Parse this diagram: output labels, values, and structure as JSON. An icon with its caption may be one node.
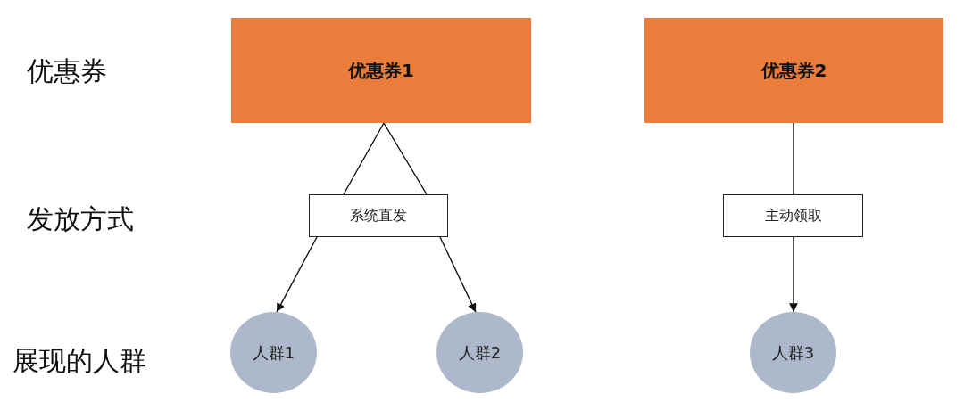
{
  "diagram": {
    "nodes": [
      {
        "text": [
          "优惠券1"
        ]
      },
      {
        "text": [
          "优惠券2"
        ]
      },
      {
        "text": [
          "系统直发"
        ]
      },
      {
        "text": [
          "主动领取"
        ]
      },
      {
        "text": [
          "人群1"
        ]
      },
      {
        "text": [
          "人群2"
        ]
      },
      {
        "text": [
          "人群3"
        ]
      }
    ],
    "edges": [
      {
        "from": 0,
        "to": 2,
        "arrow": "none"
      },
      {
        "from": 0,
        "to": 2,
        "arrow": "none"
      },
      {
        "from": 2,
        "to": 4,
        "arrow": "to"
      },
      {
        "from": 2,
        "to": 5,
        "arrow": "to"
      },
      {
        "from": 1,
        "to": 3,
        "arrow": "none"
      },
      {
        "from": 3,
        "to": 6,
        "arrow": "to"
      }
    ],
    "labels": [
      "优惠券",
      "发放方式",
      "展现的人群"
    ]
  }
}
